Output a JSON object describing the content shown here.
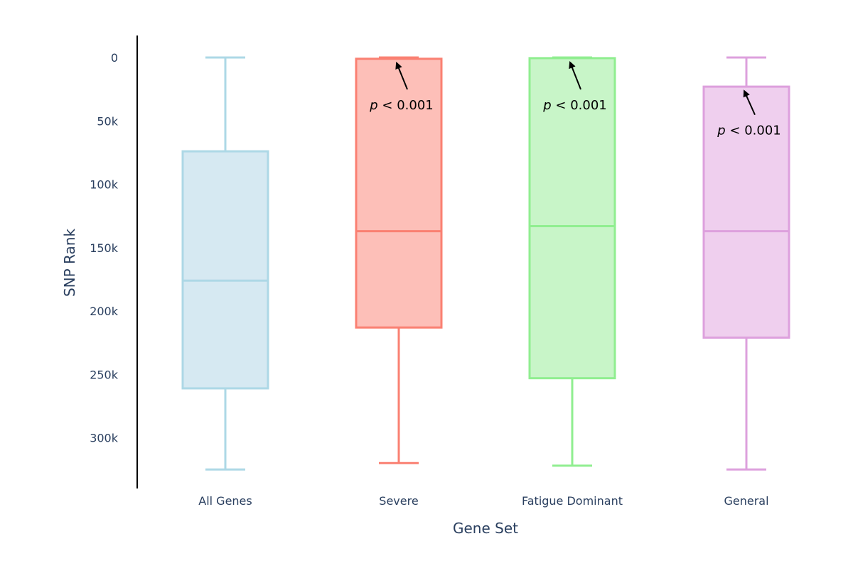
{
  "chart_data": {
    "type": "box",
    "title": "",
    "xlabel": "Gene Set",
    "ylabel": "SNP Rank",
    "y_reversed": true,
    "ylim": [
      0,
      340000
    ],
    "yticks": [
      0,
      50000,
      100000,
      150000,
      200000,
      250000,
      300000
    ],
    "ytick_labels": [
      "0",
      "50k",
      "100k",
      "150k",
      "200k",
      "250k",
      "300k"
    ],
    "grid": false,
    "legend": "none",
    "categories": [
      "All Genes",
      "Severe",
      "Fatigue Dominant",
      "General"
    ],
    "boxes": [
      {
        "category": "All Genes",
        "color": "#add8e6",
        "fill": "#d6e9f2",
        "min": 0,
        "q1": 74000,
        "median": 176000,
        "q3": 261000,
        "max": 325000
      },
      {
        "category": "Severe",
        "color": "#fa8072",
        "fill": "#fdbfb8",
        "min": 0,
        "q1": 1000,
        "median": 137000,
        "q3": 213000,
        "max": 320000
      },
      {
        "category": "Fatigue Dominant",
        "color": "#90ee90",
        "fill": "#c8f5c8",
        "min": 0,
        "q1": 500,
        "median": 133000,
        "q3": 253000,
        "max": 322000
      },
      {
        "category": "General",
        "color": "#dda0dd",
        "fill": "#efcfee",
        "min": 0,
        "q1": 23000,
        "median": 137000,
        "q3": 221000,
        "max": 325000
      }
    ],
    "annotations": [
      {
        "category": "Severe",
        "p_symbol": "p",
        "rest": " < 0.001",
        "arrow_to": 1000,
        "label_at": 33000
      },
      {
        "category": "Fatigue Dominant",
        "p_symbol": "p",
        "rest": " < 0.001",
        "arrow_to": 500,
        "label_at": 33000
      },
      {
        "category": "General",
        "p_symbol": "p",
        "rest": " < 0.001",
        "arrow_to": 23000,
        "label_at": 53000
      }
    ]
  }
}
